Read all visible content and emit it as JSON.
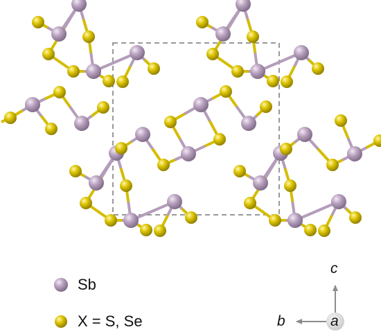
{
  "colors": {
    "sb": "#b49dbb",
    "x_atom": "#d4bd04",
    "cell_line": "#777777",
    "axis_arrow": "#8c8c8c",
    "axis_disc": "#d8d8d8"
  },
  "legend": [
    {
      "element": "sb",
      "label": "Sb"
    },
    {
      "element": "x_atom",
      "label": "X = S, Se"
    }
  ],
  "axes": {
    "vertical": "c",
    "horizontal": "b",
    "out_of_plane": "a"
  }
}
